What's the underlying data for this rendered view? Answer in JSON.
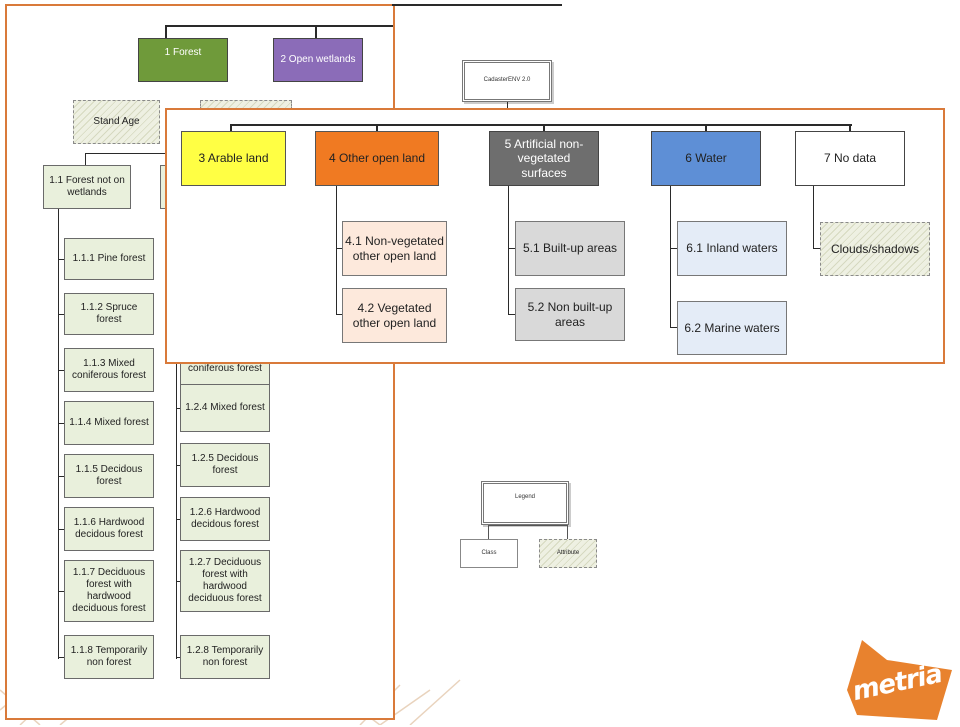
{
  "root": "CadasterENV 2.0",
  "legend": {
    "title": "Legend",
    "class": "Class",
    "attribute": "Attribute"
  },
  "left": {
    "forest": "1 Forest",
    "open_wetlands": "2 Open wetlands",
    "stand_age": "Stand Age",
    "forest_not_wetlands": "1.1 Forest not on wetlands",
    "col1": [
      "1.1.1 Pine forest",
      "1.1.2 Spruce forest",
      "1.1.3 Mixed coniferous forest",
      "1.1.4 Mixed forest",
      "1.1.5 Decidous forest",
      "1.1.6 Hardwood decidous forest",
      "1.1.7 Deciduous forest with hardwood deciduous forest",
      "1.1.8 Temporarily non forest"
    ],
    "col2": [
      "coniferous forest",
      "1.2.4 Mixed forest",
      "1.2.5 Decidous forest",
      "1.2.6 Hardwood decidous forest",
      "1.2.7 Deciduous forest with hardwood deciduous forest",
      "1.2.8 Temporarily non forest"
    ]
  },
  "main": {
    "c3": "3 Arable land",
    "c4": "4 Other open land",
    "c5": "5 Artificial non-vegetated surfaces",
    "c6": "6 Water",
    "c7": "7 No data",
    "c41": "4.1 Non-vegetated other open land",
    "c42": "4.2 Vegetated other open land",
    "c51": "5.1 Built-up areas",
    "c52": "5.2 Non built-up areas",
    "c61": "6.1 Inland waters",
    "c62": "6.2 Marine waters",
    "clouds": "Clouds/shadows"
  },
  "logo": "metria",
  "colors": {
    "forest": "#6f9a3a",
    "wetlands": "#8b6cb8",
    "arable": "#ffff44",
    "other_open": "#f07a22",
    "artificial": "#6e6e6e",
    "water": "#5e8fd6",
    "orange_border": "#d97a3a",
    "logo": "#e8822e"
  }
}
